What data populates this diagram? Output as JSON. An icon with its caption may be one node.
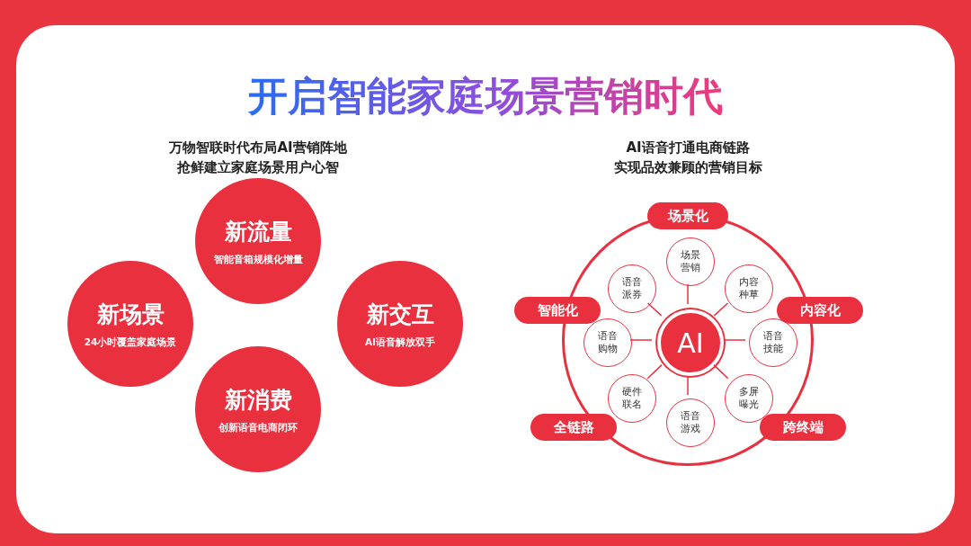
{
  "diagram": {
    "title": "开启智能家庭场景营销时代",
    "nodes": [
      {
        "text": [
          "新流量",
          "智能音箱规模化增量"
        ]
      },
      {
        "text": [
          "新场景",
          "24小时覆盖家庭场景"
        ]
      },
      {
        "text": [
          "新交互",
          "AI语音解放双手"
        ]
      },
      {
        "text": [
          "新消费",
          "创新语音电商闭环"
        ]
      },
      {
        "text": [],
        "shape": "circle"
      },
      {
        "text": [
          "AI"
        ],
        "in": 4
      },
      {
        "text": [
          "场景营销"
        ],
        "in": 4
      },
      {
        "text": [
          "内容种草"
        ],
        "in": 4
      },
      {
        "text": [
          "语音技能"
        ],
        "in": 4
      },
      {
        "text": [
          "多屏曝光"
        ],
        "in": 4
      },
      {
        "text": [
          "语音游戏"
        ],
        "in": 4
      },
      {
        "text": [
          "硬件联名"
        ],
        "in": 4
      },
      {
        "text": [
          "语音购物"
        ],
        "in": 4
      },
      {
        "text": [
          "语音派券"
        ],
        "in": 4
      },
      {
        "text": [
          "场景化"
        ]
      },
      {
        "text": [
          "智能化"
        ]
      },
      {
        "text": [
          "内容化"
        ]
      },
      {
        "text": [
          "全链路"
        ]
      },
      {
        "text": [
          "跨终端"
        ]
      }
    ],
    "edges": [
      {
        "from": 5,
        "to": 6,
        "arrow": "none"
      },
      {
        "from": 5,
        "to": 7,
        "arrow": "none"
      },
      {
        "from": 5,
        "to": 8,
        "arrow": "none"
      },
      {
        "from": 5,
        "to": 9,
        "arrow": "none"
      },
      {
        "from": 5,
        "to": 10,
        "arrow": "none"
      },
      {
        "from": 5,
        "to": 11,
        "arrow": "none"
      },
      {
        "from": 5,
        "to": 12,
        "arrow": "none"
      },
      {
        "from": 5,
        "to": 13,
        "arrow": "none"
      }
    ],
    "labels": [
      "万物智联时代布局AI营销阵地",
      "抢鲜建立家庭场景用户心智",
      "AI语音打通电商链路",
      "实现品效兼顾的营销目标"
    ]
  }
}
